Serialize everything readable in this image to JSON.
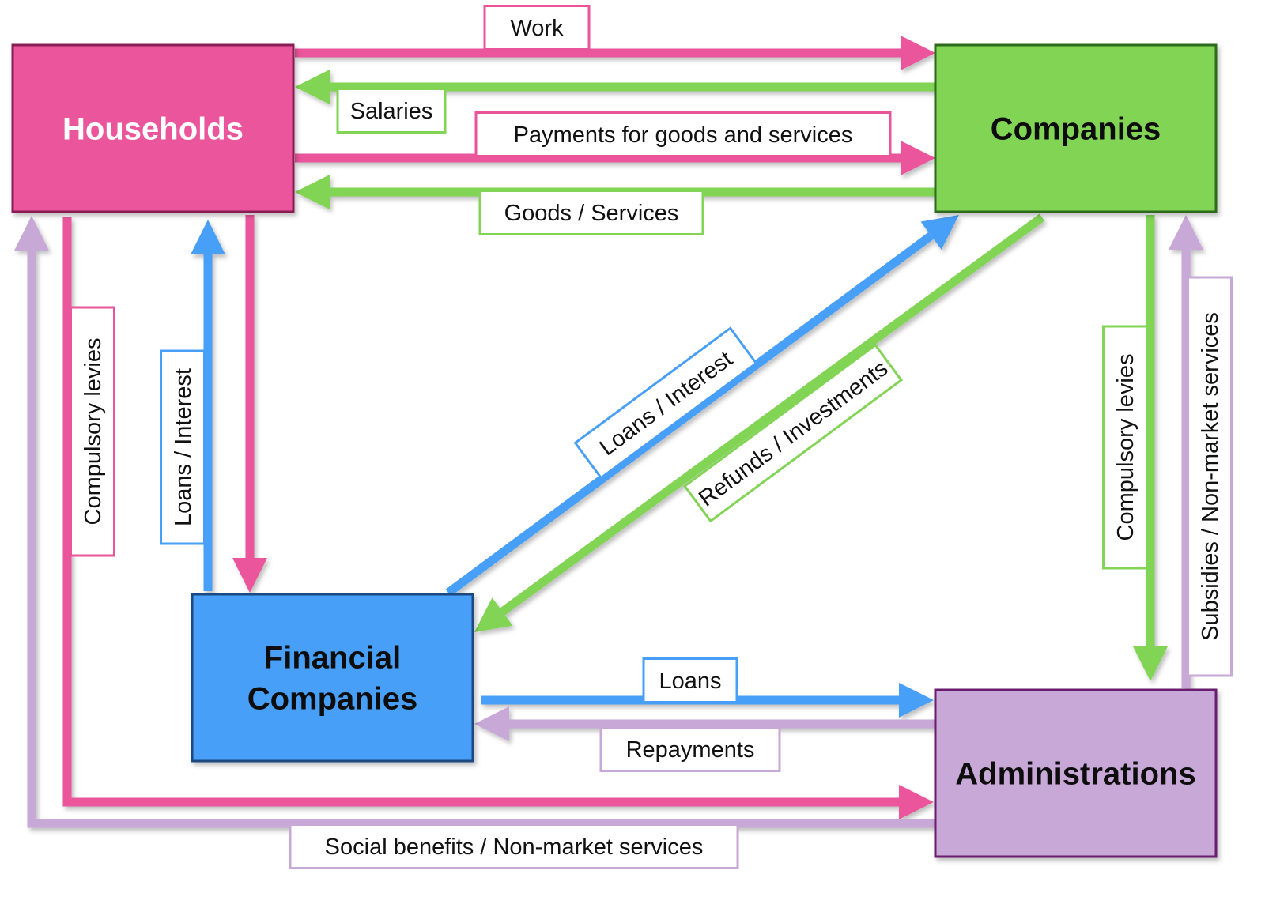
{
  "colors": {
    "households": "#ea549b",
    "households_border": "#8a1f55",
    "companies": "#82d455",
    "companies_border": "#2d6a1c",
    "financial": "#479ff7",
    "financial_border": "#1d4a80",
    "administrations": "#c8a8d6",
    "administrations_border": "#6a1a6e",
    "label_bg": "#ffffff"
  },
  "nodes": [
    {
      "id": "households",
      "lines": [
        "Households"
      ],
      "text_color": "#ffffff"
    },
    {
      "id": "companies",
      "lines": [
        "Companies"
      ],
      "text_color": "#111111"
    },
    {
      "id": "financial",
      "lines": [
        "Financial",
        "Companies"
      ],
      "text_color": "#111111"
    },
    {
      "id": "administrations",
      "lines": [
        "Administrations"
      ],
      "text_color": "#111111"
    }
  ],
  "edges": [
    {
      "id": "work",
      "from": "households",
      "to": "companies",
      "label": "Work",
      "color": "households"
    },
    {
      "id": "salaries",
      "from": "companies",
      "to": "households",
      "label": "Salaries",
      "color": "companies"
    },
    {
      "id": "payments",
      "from": "households",
      "to": "companies",
      "label": "Payments for goods and services",
      "color": "households"
    },
    {
      "id": "goods",
      "from": "companies",
      "to": "households",
      "label": "Goods / Services",
      "color": "companies"
    },
    {
      "id": "hh-levies",
      "from": "households",
      "to": "administrations",
      "label": "Compulsory levies",
      "color": "households"
    },
    {
      "id": "hh-loans",
      "from": "financial",
      "to": "households",
      "label": "Loans / Interest",
      "color": "financial"
    },
    {
      "id": "hh-savings",
      "from": "households",
      "to": "financial",
      "label": "",
      "color": "households"
    },
    {
      "id": "social",
      "from": "administrations",
      "to": "households",
      "label": "Social benefits / Non-market services",
      "color": "administrations"
    },
    {
      "id": "co-loans",
      "from": "financial",
      "to": "companies",
      "label": "Loans / Interest",
      "color": "financial"
    },
    {
      "id": "refunds",
      "from": "companies",
      "to": "financial",
      "label": "Refunds / Investments",
      "color": "companies"
    },
    {
      "id": "co-levies",
      "from": "companies",
      "to": "administrations",
      "label": "Compulsory levies",
      "color": "companies"
    },
    {
      "id": "subsidies",
      "from": "administrations",
      "to": "companies",
      "label": "Subsidies / Non-market services",
      "color": "administrations"
    },
    {
      "id": "adm-loans",
      "from": "financial",
      "to": "administrations",
      "label": "Loans",
      "color": "financial"
    },
    {
      "id": "repayments",
      "from": "administrations",
      "to": "financial",
      "label": "Repayments",
      "color": "administrations"
    }
  ]
}
